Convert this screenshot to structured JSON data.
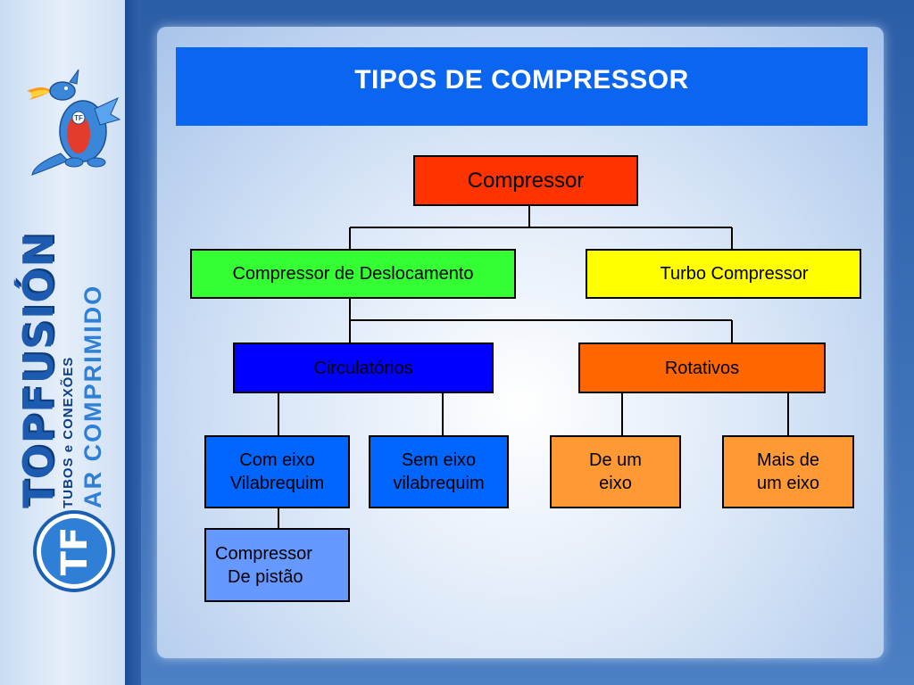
{
  "title": "TIPOS DE COMPRESSOR",
  "sidebar": {
    "brand_name": "TOPFUSIÓN",
    "brand_tagline": "TUBOS e CONEXÕES",
    "brand_subtitle": "AR COMPRIMIDO",
    "logo_text": "TF",
    "mascot_badge": "TF"
  },
  "diagram": {
    "root": "Compressor",
    "deslocamento": "Compressor de Deslocamento",
    "turbo": "Turbo Compressor",
    "circulatorios": "Circulatórios",
    "rotativos": "Rotativos",
    "com_eixo": [
      "Com eixo",
      "Vilabrequim"
    ],
    "sem_eixo": [
      "Sem eixo",
      "vilabrequim"
    ],
    "de_um_eixo": [
      "De um",
      "eixo"
    ],
    "mais_de_um_eixo": [
      "Mais de",
      "um eixo"
    ],
    "pistao": [
      "Compressor",
      "De pistão"
    ]
  },
  "colors": {
    "title_bar": "#0a66f0",
    "root": "#ff3300",
    "deslocamento": "#33ff33",
    "turbo": "#ffff00",
    "circulatorios": "#0000ff",
    "rotativos": "#ff6600",
    "blue_leaf": "#0066ff",
    "orange_leaf": "#ff9933",
    "pistao": "#6699ff"
  }
}
